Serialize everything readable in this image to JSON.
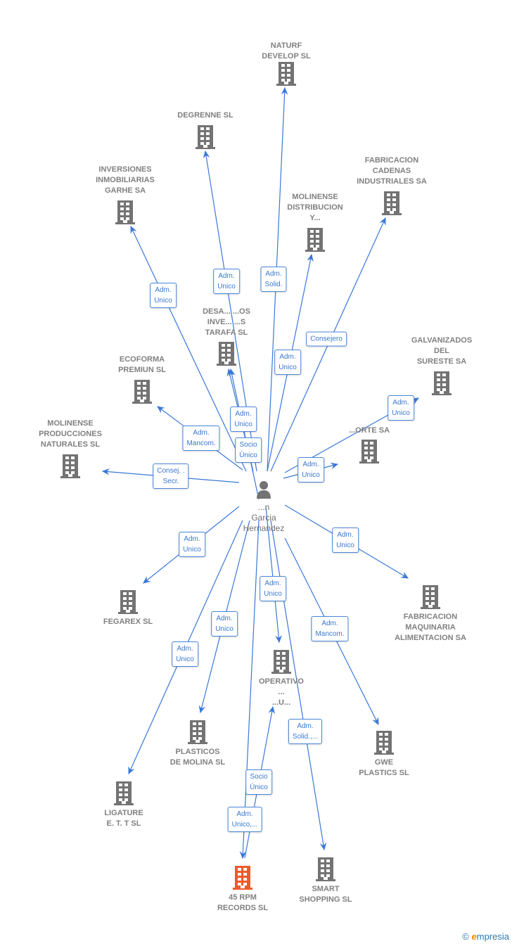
{
  "person": {
    "name": "...n\nGarcia\nHernandez",
    "icon": "person-icon"
  },
  "colors": {
    "edge": "#3a78d8",
    "building": "#737373",
    "highlight": "#f05a28"
  },
  "nodes": [
    {
      "id": "naturf",
      "label": "NATURF\nDEVELOP SL"
    },
    {
      "id": "degrenne",
      "label": "DEGRENNE SL"
    },
    {
      "id": "garhe",
      "label": "INVERSIONES\nINMOBILIARIAS\nGARHE SA"
    },
    {
      "id": "cadenas",
      "label": "FABRICACION\nCADENAS\nINDUSTRIALES SA"
    },
    {
      "id": "molidist",
      "label": "MOLINENSE\nDISTRIBUCION\nY..."
    },
    {
      "id": "tarafa",
      "label": "DESA...  ...OS\nINVE...  ...S\nTARAFA  SL"
    },
    {
      "id": "galvanizados",
      "label": "GALVANIZADOS\nDEL\nSURESTE SA"
    },
    {
      "id": "ecoforma",
      "label": "ECOFORMA\nPREMIUN  SL"
    },
    {
      "id": "moliprod",
      "label": "MOLINENSE\nPRODUCCIONES\nNATURALES SL"
    },
    {
      "id": "orte",
      "label": "...ORTE SA"
    },
    {
      "id": "fegarex",
      "label": "FEGAREX  SL"
    },
    {
      "id": "maquinaria",
      "label": "FABRICACION\nMAQUINARIA\nALIMENTACION SA"
    },
    {
      "id": "operativo",
      "label": "OPERATIVO\n...\n...U..."
    },
    {
      "id": "plasticos",
      "label": "PLASTICOS\nDE MOLINA SL"
    },
    {
      "id": "gwe",
      "label": "GWE\nPLASTICS SL"
    },
    {
      "id": "ligature",
      "label": "LIGATURE\nE.  T. T SL"
    },
    {
      "id": "rpm",
      "label": "45 RPM\nRECORDS  SL",
      "highlight": true
    },
    {
      "id": "smart",
      "label": "SMART\nSHOPPING SL"
    }
  ],
  "edges": [
    {
      "to": "naturf",
      "label": "Adm.\nSolid."
    },
    {
      "to": "degrenne",
      "label": "Adm.\nUnico"
    },
    {
      "to": "garhe",
      "label": "Adm.\nUnico"
    },
    {
      "to": "cadenas",
      "label": "Consejero"
    },
    {
      "to": "molidist",
      "label": "Adm.\nUnico"
    },
    {
      "to": "tarafa",
      "label": "Adm.\nUnico"
    },
    {
      "to": "ecoforma",
      "label": "Adm.\nMancom."
    },
    {
      "to": "moliprod",
      "label": "Consej. .\nSecr."
    },
    {
      "to": "galvanizados",
      "label": "Adm.\nUnico"
    },
    {
      "to": "orte",
      "label": "Adm.\nUnico"
    },
    {
      "to": "fegarex",
      "label": "Adm.\nUnico"
    },
    {
      "to": "maquinaria",
      "label": "Adm.\nUnico"
    },
    {
      "to": "operativo",
      "label": "Adm.\nUnico"
    },
    {
      "to": "plasticos",
      "label": "Adm.\nUnico"
    },
    {
      "to": "gwe",
      "label": "Adm.\nMancom."
    },
    {
      "to": "ligature",
      "label": "Adm.\nUnico"
    },
    {
      "to": "rpm",
      "label": "Adm.\nUnico,..."
    },
    {
      "to": "smart",
      "label": "Adm.\nSolid.,..."
    },
    {
      "from": "rpm",
      "to": "operativo",
      "label": "Socio\nÚnico"
    },
    {
      "to": "tarafa2",
      "label": "Socio\nÚnico"
    }
  ],
  "logo": {
    "copyright": "©",
    "brand": "mpresia",
    "brand_initial": "e"
  }
}
